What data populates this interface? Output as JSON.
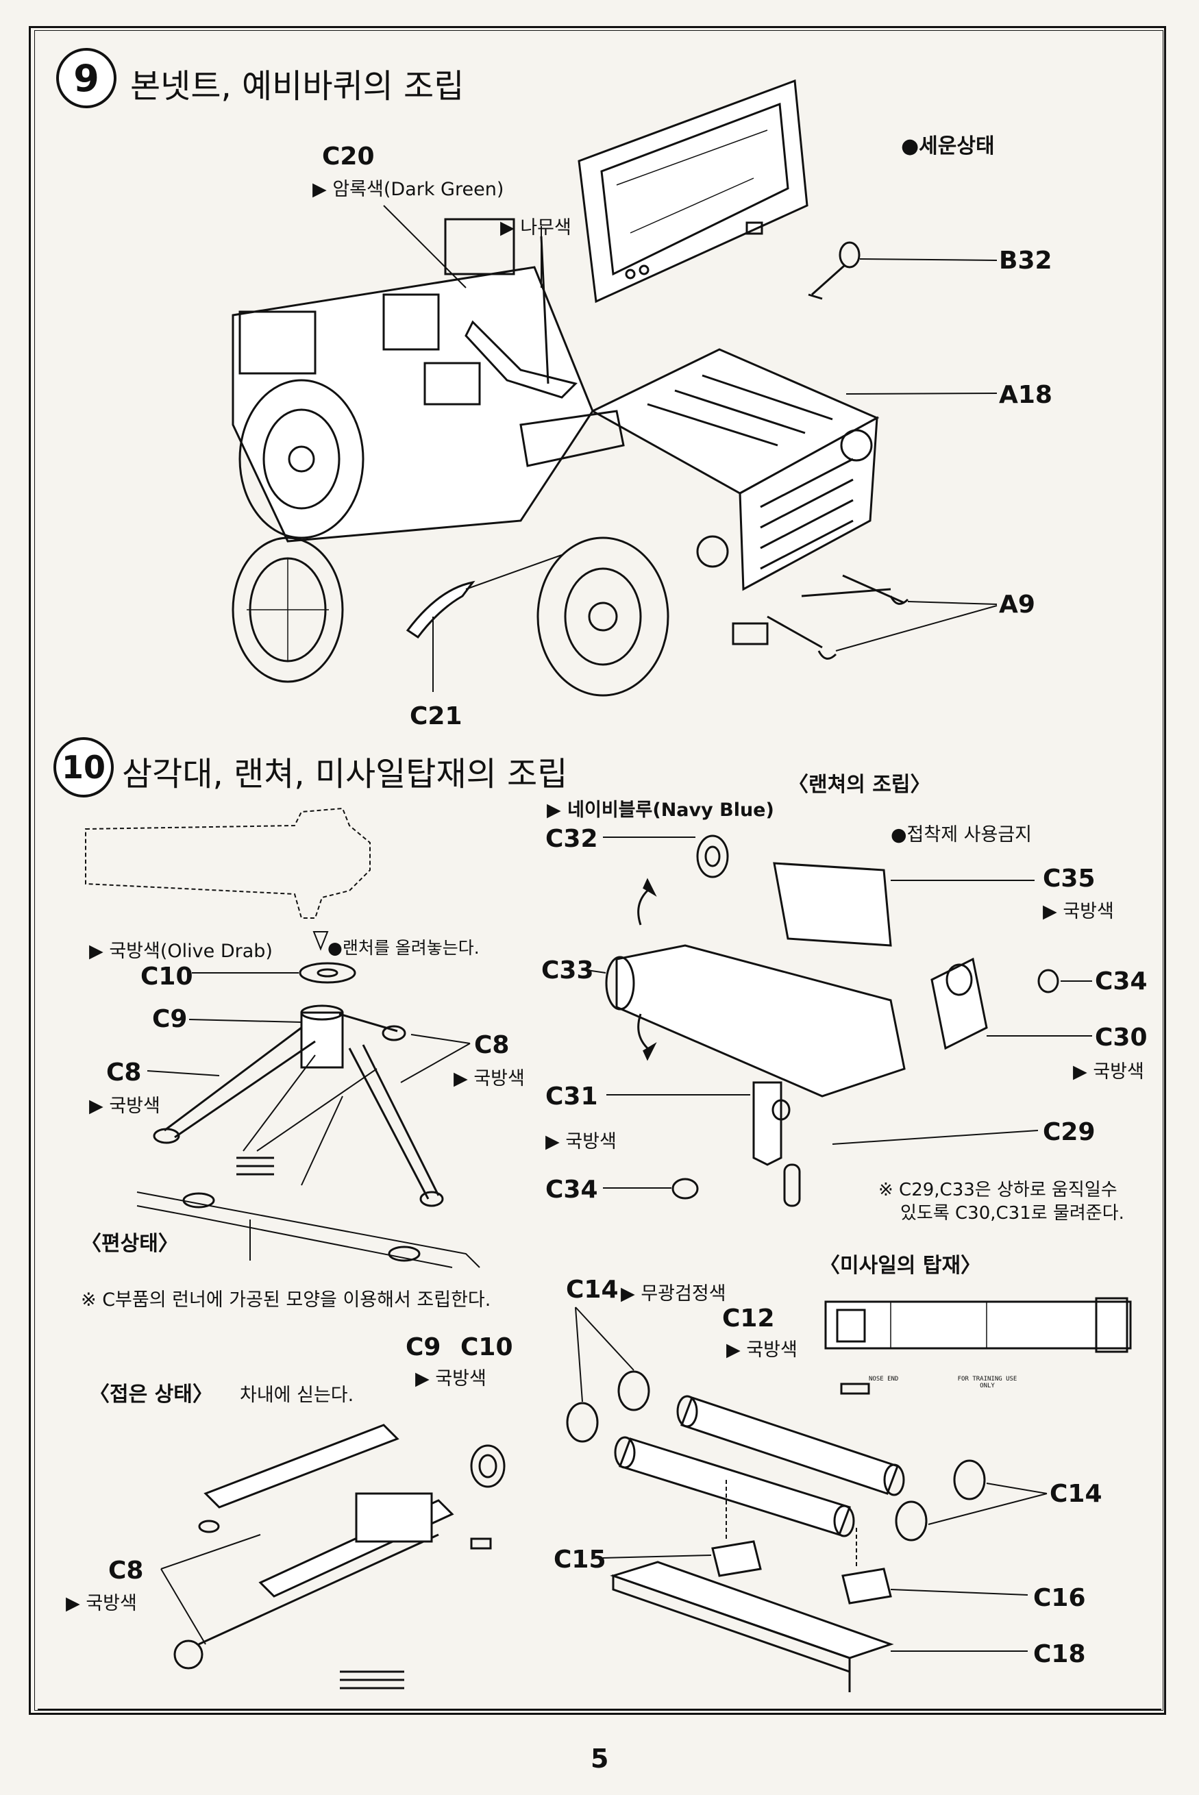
{
  "page_number": "5",
  "step9": {
    "number": "9",
    "title": "본넷트, 예비바퀴의 조립",
    "note_windshield": "●세운상태",
    "labels": {
      "c20": "C20",
      "c20_color": "▶ 암록색(Dark Green)",
      "wood_color": "▶ 나무색",
      "b32": "B32",
      "a18": "A18",
      "a9": "A9",
      "c21": "C21"
    }
  },
  "step10": {
    "number": "10",
    "title": "삼각대, 랜쳐, 미사일탑재의 조립",
    "tripod": {
      "olive_drab": "▶ 국방색(Olive Drab)",
      "place_launcher": "●랜처를 올려놓는다.",
      "c10": "C10",
      "c9": "C9",
      "c8_left": "C8",
      "c8_left_color": "▶ 국방색",
      "c8_right": "C8",
      "c8_right_color": "▶ 국방색",
      "unfolded": "〈편상태〉",
      "runner_note": "※ C부품의 런너에 가공된 모양을 이용해서 조립한다."
    },
    "folded": {
      "title": "〈접은 상태〉",
      "note": "차내에 싣는다.",
      "c9": "C9",
      "c10": "C10",
      "c9c10_color": "▶ 국방색",
      "c8": "C8",
      "c8_color": "▶ 국방색"
    },
    "launcher": {
      "title": "〈랜쳐의 조립〉",
      "navy_blue": "▶ 네이비블루(Navy Blue)",
      "no_glue": "●접착제 사용금지",
      "c32": "C32",
      "c35": "C35",
      "c35_color": "▶ 국방색",
      "c33": "C33",
      "c34_top": "C34",
      "c30": "C30",
      "c30_color": "▶ 국방색",
      "c31": "C31",
      "c31_color": "▶ 국방색",
      "c29": "C29",
      "c34_bottom": "C34",
      "move_note_1": "※ C29,C33은 상하로 움직일수",
      "move_note_2": "있도록 C30,C31로 물려준다."
    },
    "missile": {
      "title": "〈미사일의 탑재〉",
      "c14_top": "C14",
      "c14_top_color": "▶ 무광검정색",
      "c12": "C12",
      "c12_color": "▶ 국방색",
      "c14_right": "C14",
      "c15": "C15",
      "c16": "C16",
      "c18": "C18",
      "decal_nose": "NOSE END",
      "decal_training": "FOR TRAINING USE ONLY"
    }
  }
}
